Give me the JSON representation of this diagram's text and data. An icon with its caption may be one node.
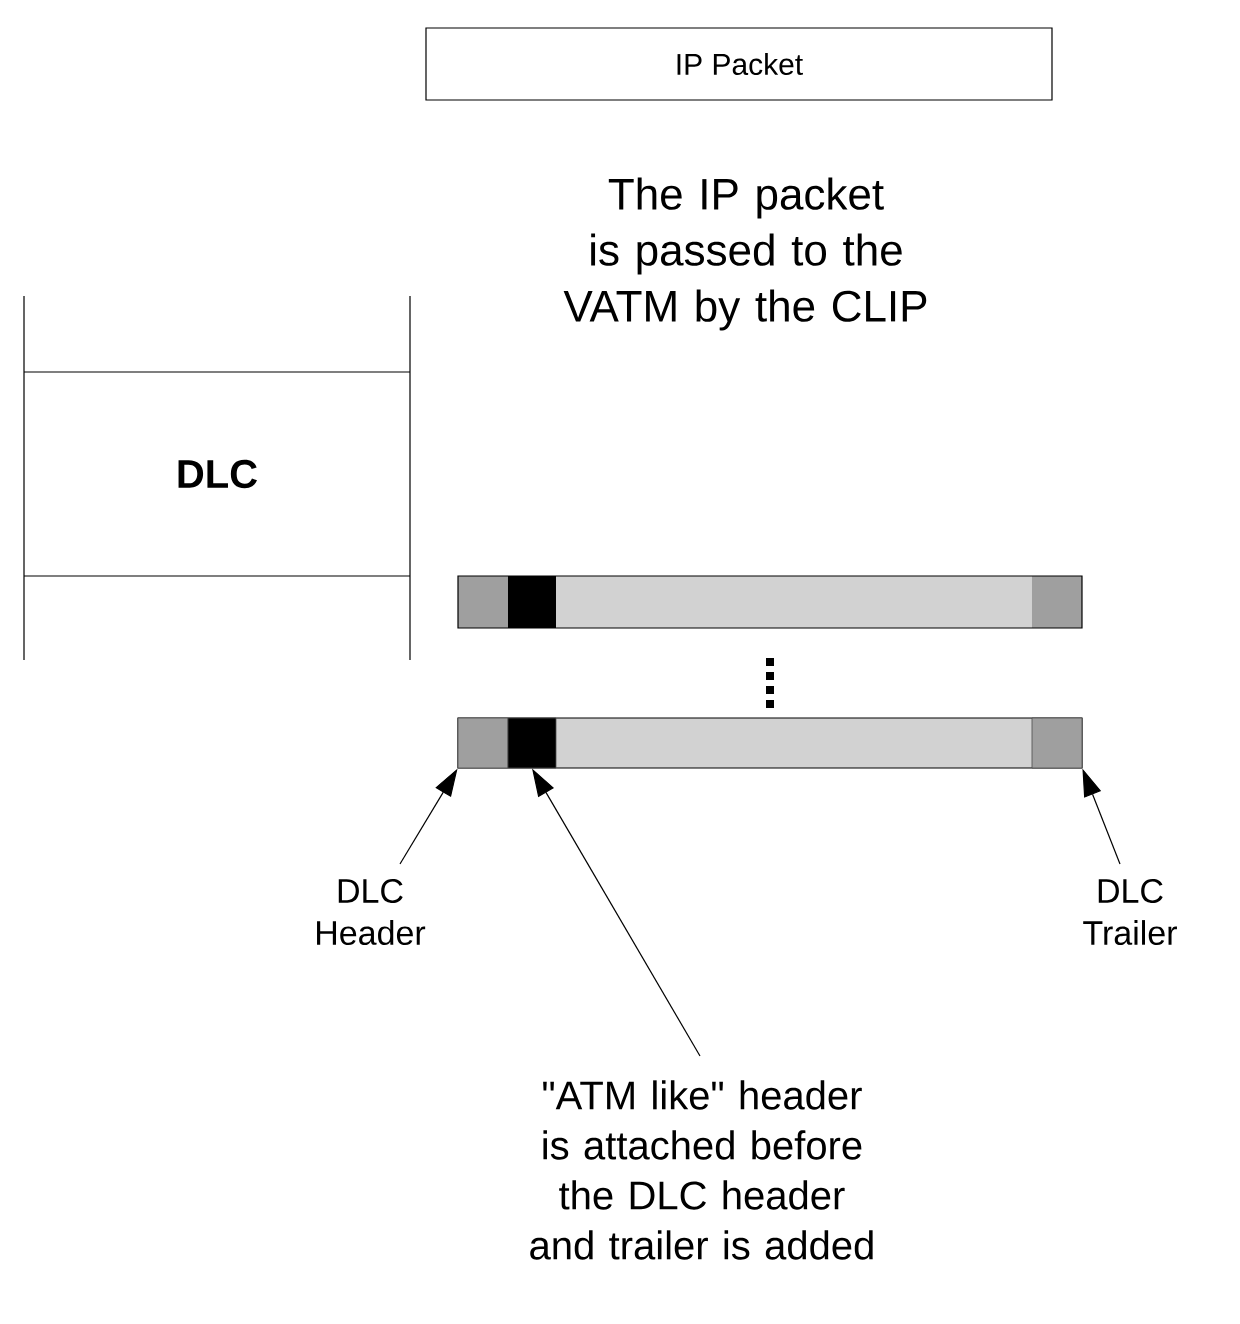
{
  "diagram": {
    "nodes": [
      {
        "text": [
          "IP Packet"
        ]
      },
      {
        "text": [
          "DLC"
        ]
      },
      {
        "text": [],
        "shape": "bar"
      },
      {
        "text": [],
        "shape": "bar"
      },
      {
        "text": [
          "DLC Header"
        ]
      },
      {
        "text": [
          "\"ATM like\" header is attached before the DLC header and trailer is added"
        ]
      },
      {
        "text": [
          "DLC Trailer"
        ]
      },
      {
        "text": [],
        "shape": "box",
        "in": 3
      },
      {
        "text": [],
        "shape": "box",
        "in": 3
      },
      {
        "text": [],
        "shape": "box",
        "in": 3
      }
    ],
    "edges": [
      {
        "from": 4,
        "to": 7,
        "arrow": "to"
      },
      {
        "from": 5,
        "to": 8,
        "arrow": "to"
      },
      {
        "from": 6,
        "to": 9,
        "arrow": "to"
      }
    ],
    "labels": [
      "The IP packet is passed to the VATM by the CLIP"
    ]
  }
}
